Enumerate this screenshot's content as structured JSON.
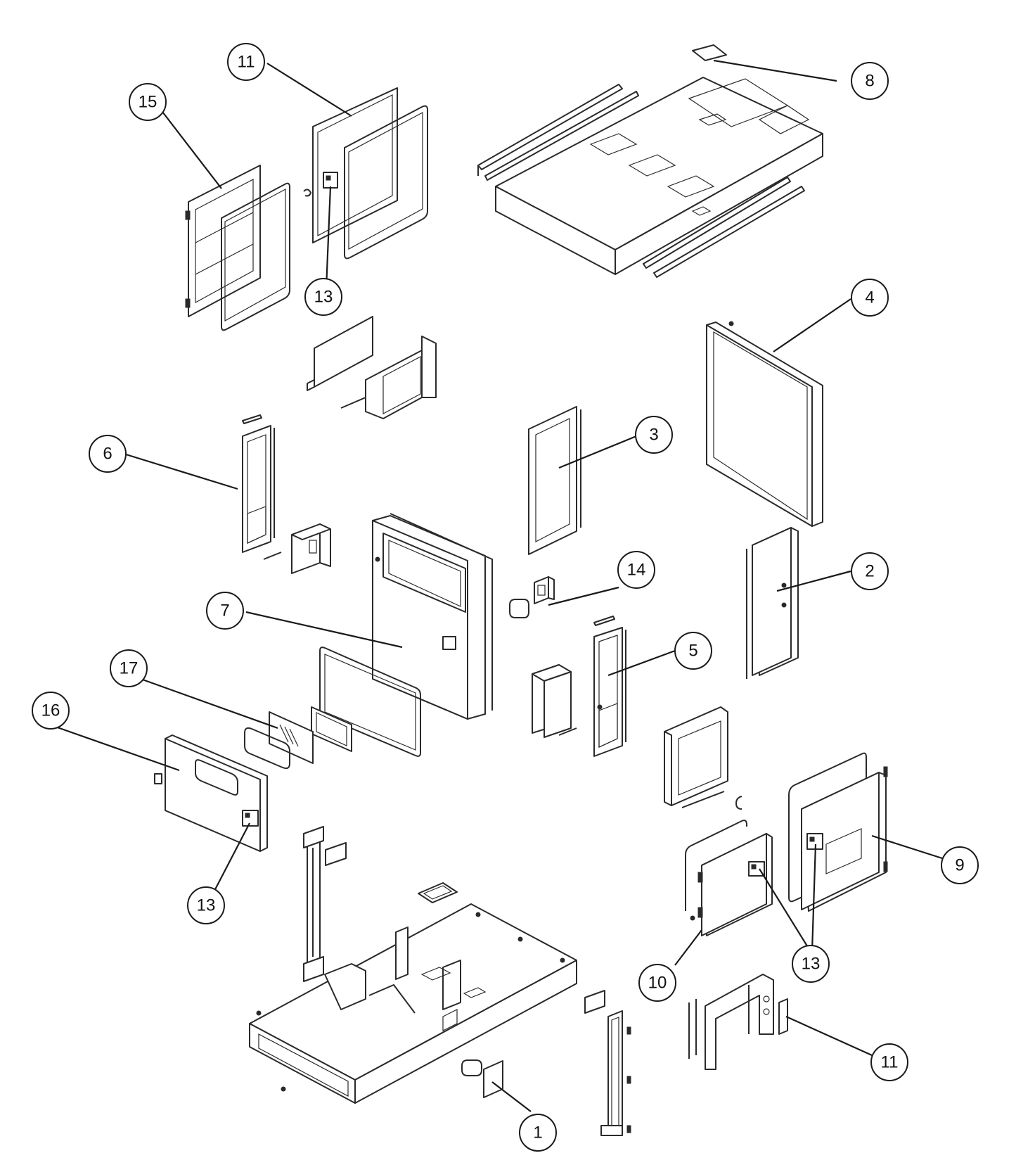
{
  "callouts": [
    {
      "label": "1"
    },
    {
      "label": "2"
    },
    {
      "label": "3"
    },
    {
      "label": "4"
    },
    {
      "label": "5"
    },
    {
      "label": "6"
    },
    {
      "label": "7"
    },
    {
      "label": "8"
    },
    {
      "label": "9"
    },
    {
      "label": "10"
    },
    {
      "label": "11"
    },
    {
      "label": "11"
    },
    {
      "label": "13"
    },
    {
      "label": "13"
    },
    {
      "label": "13"
    },
    {
      "label": "13"
    },
    {
      "label": "14"
    },
    {
      "label": "15"
    },
    {
      "label": "16"
    },
    {
      "label": "17"
    }
  ],
  "colors": {
    "line": "#2a2a2a",
    "paper": "#ffffff"
  }
}
